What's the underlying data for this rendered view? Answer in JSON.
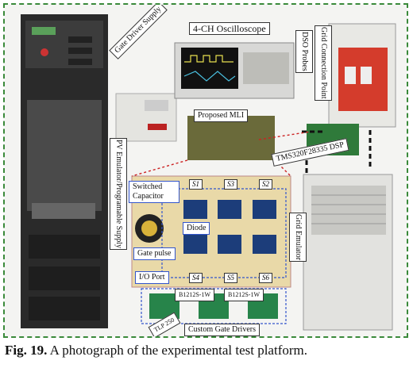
{
  "labels": {
    "oscilloscope": "4-CH Oscilloscope",
    "gate_driver_supply": "Gate Driver Supply",
    "dso_probes": "DSO Probes",
    "grid_connection_point": "Grid Connection Point",
    "proposed_mli": "Proposed MLI",
    "pv_emulator": "PV Emulator/Programable Supply",
    "dsp": "TMS320F28335 DSP",
    "switched_capacitor": "Switched Capacitor",
    "diode": "Diode",
    "gate_pulse": "Gate pulse",
    "io_port": "I/O Port",
    "grid_emulator": "Grid Emulator",
    "custom_gate_drivers": "Custom Gate Drivers",
    "b1212s_left": "B1212S-1W",
    "b1212s_right": "B1212S-1W",
    "tlp250": "TLP 250",
    "s1": "S1",
    "s3": "S3",
    "s2": "S2",
    "s4": "S4",
    "s5": "S5",
    "s6": "S6"
  },
  "caption": {
    "prefix": "Fig. 19.",
    "text": " A photograph of the experimental test platform."
  },
  "colors": {
    "frame_border": "#3a8a3a",
    "label_border_blue": "#3355cc",
    "dashed_red": "#cc2222"
  }
}
